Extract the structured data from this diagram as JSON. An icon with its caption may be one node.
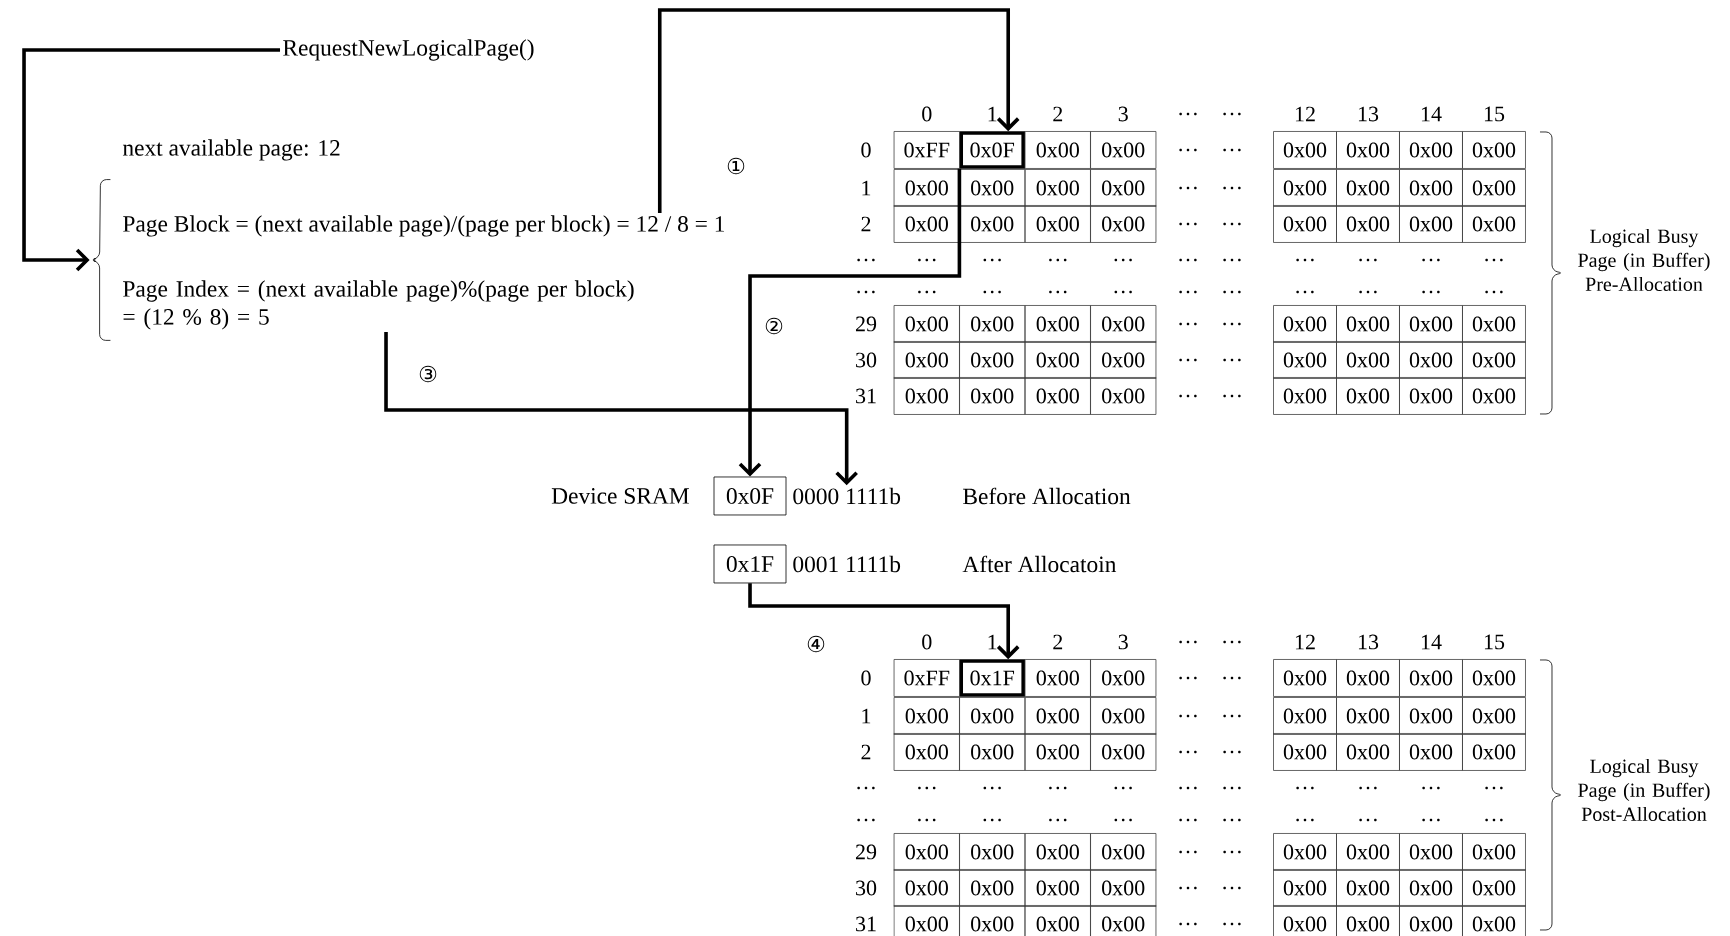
{
  "diagram": {
    "nodes": [
      {
        "text": [
          "RequestNewLogicalPage()"
        ]
      },
      {
        "text": [],
        "shape": "brace"
      },
      {
        "text": [
          "Page Block = (next available page)/(page per block) = 12 / 8 = 1"
        ]
      },
      {
        "text": [
          "Page Index = (next available page)%(page per block) = (12 % 8) = 5"
        ]
      },
      {
        "text": [
          "0x0F"
        ]
      },
      {
        "text": [
          "0x0F"
        ]
      },
      {
        "text": [
          "0000 1111b"
        ]
      },
      {
        "text": [
          "0x1F"
        ]
      },
      {
        "text": [
          "0x1F"
        ]
      }
    ],
    "edges": [
      {
        "from": 0,
        "to": 1,
        "arrow": "to"
      },
      {
        "from": 2,
        "to": 4,
        "arrow": "to",
        "label": "①"
      },
      {
        "from": 4,
        "to": 5,
        "arrow": "to",
        "label": "②"
      },
      {
        "from": 3,
        "to": 6,
        "arrow": "to",
        "label": "③"
      },
      {
        "from": 7,
        "to": 8,
        "arrow": "to",
        "label": "④"
      }
    ],
    "labels": [
      "next available page: 12",
      "0",
      "1",
      "2",
      "3",
      "…",
      "…",
      "12",
      "13",
      "14",
      "15",
      "0",
      "0xFF",
      "0x00",
      "0x00",
      "…",
      "…",
      "0x00",
      "0x00",
      "0x00",
      "0x00",
      "1",
      "0x00",
      "0x00",
      "0x00",
      "0x00",
      "…",
      "…",
      "0x00",
      "0x00",
      "0x00",
      "0x00",
      "2",
      "0x00",
      "0x00",
      "0x00",
      "0x00",
      "…",
      "…",
      "0x00",
      "0x00",
      "0x00",
      "0x00",
      "…",
      "…",
      "…",
      "…",
      "…",
      "…",
      "…",
      "…",
      "…",
      "…",
      "…",
      "…",
      "…",
      "…",
      "…",
      "…",
      "…",
      "…",
      "…",
      "…",
      "…",
      "…",
      "29",
      "0x00",
      "0x00",
      "0x00",
      "0x00",
      "…",
      "…",
      "0x00",
      "0x00",
      "0x00",
      "0x00",
      "30",
      "0x00",
      "0x00",
      "0x00",
      "0x00",
      "…",
      "…",
      "0x00",
      "0x00",
      "0x00",
      "0x00",
      "31",
      "0x00",
      "0x00",
      "0x00",
      "0x00",
      "…",
      "…",
      "0x00",
      "0x00",
      "0x00",
      "0x00",
      "Logical Busy Page (in Buffer) Pre-Allocation",
      "Device SRAM",
      "Before Allocation",
      "0001 1111b",
      "After Allocatoin",
      "0",
      "1",
      "2",
      "3",
      "…",
      "…",
      "12",
      "13",
      "14",
      "15",
      "0",
      "0xFF",
      "0x00",
      "0x00",
      "…",
      "…",
      "0x00",
      "0x00",
      "0x00",
      "0x00",
      "1",
      "0x00",
      "0x00",
      "0x00",
      "0x00",
      "…",
      "…",
      "0x00",
      "0x00",
      "0x00",
      "0x00",
      "2",
      "0x00",
      "0x00",
      "0x00",
      "0x00",
      "…",
      "…",
      "0x00",
      "0x00",
      "0x00",
      "0x00",
      "…",
      "…",
      "…",
      "…",
      "…",
      "…",
      "…",
      "…",
      "…",
      "…",
      "…",
      "…",
      "…",
      "…",
      "…",
      "…",
      "…",
      "…",
      "…",
      "…",
      "…",
      "…",
      "29",
      "0x00",
      "0x00",
      "0x00",
      "0x00",
      "…",
      "…",
      "0x00",
      "0x00",
      "0x00",
      "0x00",
      "30",
      "0x00",
      "0x00",
      "0x00",
      "0x00",
      "…",
      "…",
      "0x00",
      "0x00",
      "0x00",
      "0x00",
      "31",
      "0x00",
      "0x00",
      "0x00",
      "0x00",
      "…",
      "…",
      "0x00",
      "0x00",
      "0x00",
      "0x00",
      "Logical Busy Page (in Buffer) Post-Allocation"
    ]
  }
}
